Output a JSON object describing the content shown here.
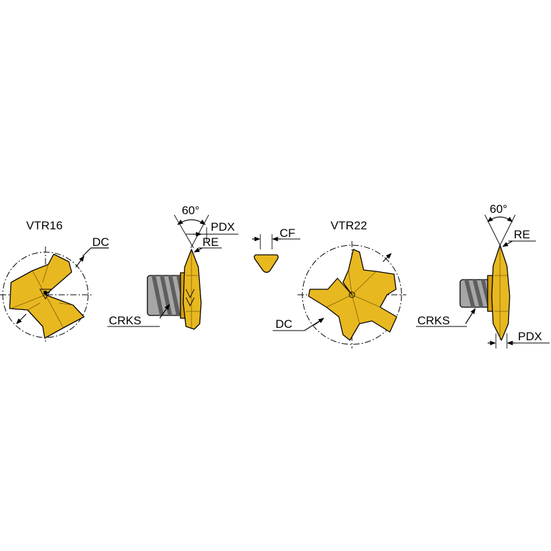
{
  "colors": {
    "carbide": "#e8b820",
    "carbide_shade": "#d59e10",
    "shank": "#a6a6a6",
    "shank_dark": "#5e5e5e",
    "line": "#000000"
  },
  "insert_left": {
    "model": "VTR16",
    "dim_dc": "DC",
    "dim_angle": "60°",
    "dim_pdx": "PDX",
    "dim_re": "RE",
    "dim_crks": "CRKS"
  },
  "profile": {
    "dim_cf": "CF"
  },
  "insert_right": {
    "model": "VTR22",
    "dim_dc": "DC",
    "dim_angle": "60°",
    "dim_re": "RE",
    "dim_crks": "CRKS",
    "dim_pdx": "PDX"
  }
}
